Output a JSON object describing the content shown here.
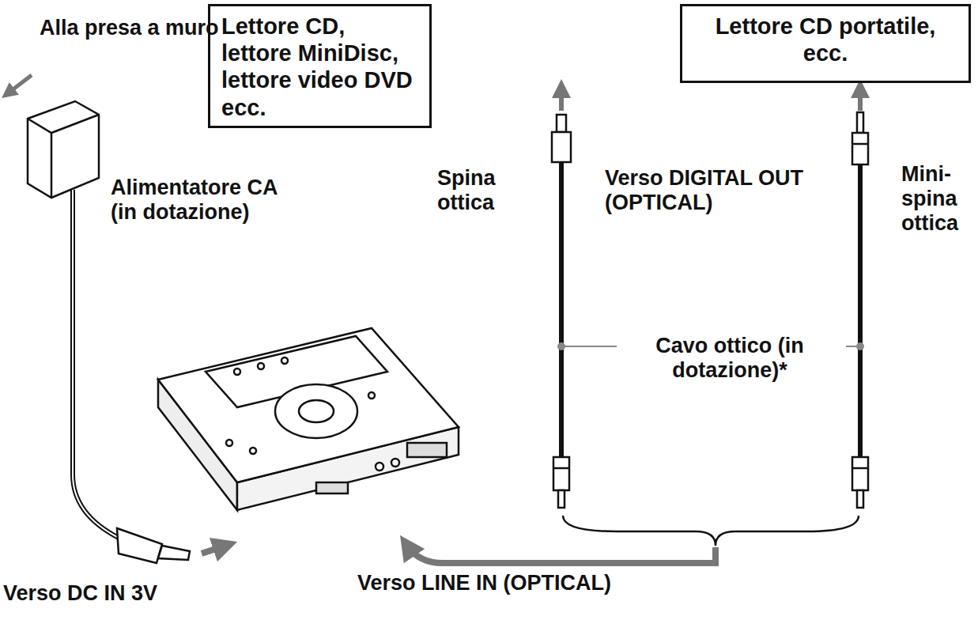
{
  "diagram": {
    "nodes": [
      {
        "text": [
          "Lettore CD, lettore MiniDisc, lettore video DVD ecc."
        ]
      },
      {
        "text": [
          "Lettore CD portatile, ecc."
        ]
      }
    ],
    "labels": [
      "Alla presa a muro",
      "Alimentatore CA (in dotazione)",
      "Spina ottica",
      "Verso DIGITAL OUT (OPTICAL)",
      "Mini- spina ottica",
      "Cavo ottico (in dotazione)*",
      "Verso DC IN 3V",
      "Verso LINE IN (OPTICAL)"
    ]
  }
}
